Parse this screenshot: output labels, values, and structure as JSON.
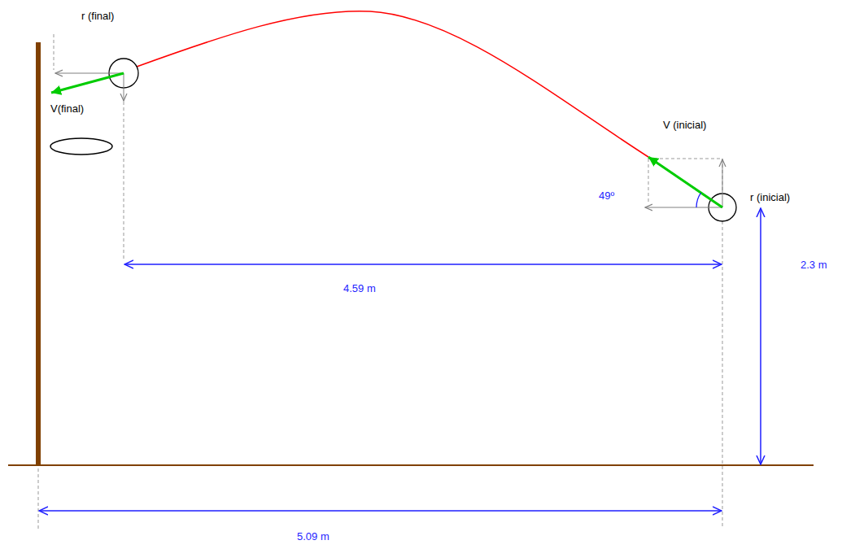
{
  "diagram": {
    "labels": [
      "r (final)",
      "V(final)",
      "V (inicial)",
      "49º",
      "r (inicial)",
      "4.59 m",
      "2.3 m",
      "5.09 m"
    ]
  }
}
